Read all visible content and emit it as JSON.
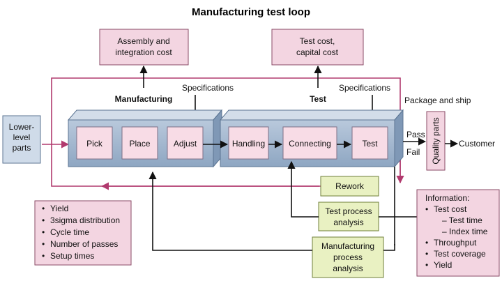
{
  "title": "Manufacturing test loop",
  "top_boxes": {
    "assembly_cost": [
      "Assembly and",
      "integration cost"
    ],
    "test_cost": [
      "Test cost,",
      "capital cost"
    ]
  },
  "labels": {
    "manufacturing": "Manufacturing",
    "test": "Test",
    "specifications_1": "Specifications",
    "specifications_2": "Specifications",
    "package_ship": "Package and ship",
    "pass": "Pass",
    "fail": "Fail",
    "customer": "Customer",
    "quality_parts": "Quality parts"
  },
  "lower_level_parts": [
    "Lower-",
    "level",
    "parts"
  ],
  "steps": {
    "pick": "Pick",
    "place": "Place",
    "adjust": "Adjust",
    "handling": "Handling",
    "connecting": "Connecting",
    "test": "Test"
  },
  "rework": "Rework",
  "test_process_analysis": [
    "Test process",
    "analysis"
  ],
  "manufacturing_process_analysis": [
    "Manufacturing",
    "process",
    "analysis"
  ],
  "metrics_left": [
    "Yield",
    "3sigma distribution",
    "Cycle time",
    "Number of passes",
    "Setup times"
  ],
  "information": {
    "heading": "Information:",
    "items": [
      {
        "text": "Test cost",
        "sub": [
          "– Test time",
          "– Index time"
        ]
      },
      {
        "text": "Throughput",
        "sub": []
      },
      {
        "text": "Test coverage",
        "sub": []
      },
      {
        "text": "Yield",
        "sub": []
      }
    ]
  },
  "colors": {
    "pink_box": "#f3d5e1",
    "green_box": "#e9f1c2",
    "blue_block": "#a9bcd3",
    "loop_line": "#b13a6e"
  }
}
